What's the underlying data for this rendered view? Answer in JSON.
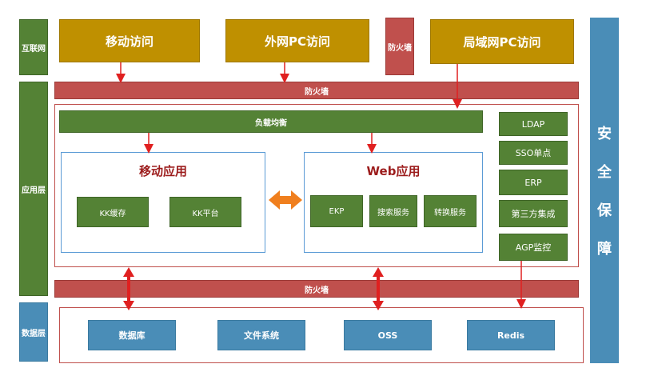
{
  "layers": {
    "internet": "互联网",
    "application": "应用层",
    "data": "数据层"
  },
  "access": {
    "mobile": "移动访问",
    "external_pc": "外网PC访问",
    "firewall_small": "防火墙",
    "lan_pc": "局域网PC访问"
  },
  "firewalls": {
    "top": "防火墙",
    "bottom": "防火墙"
  },
  "load_balancer": "负载均衡",
  "mobile_app": {
    "title": "移动应用",
    "items": [
      "KK缓存",
      "KK平台"
    ]
  },
  "web_app": {
    "title": "Web应用",
    "items": [
      "EKP",
      "搜索服务",
      "转换服务"
    ]
  },
  "side_services": [
    "LDAP",
    "SSO单点",
    "ERP",
    "第三方集成",
    "AGP监控"
  ],
  "data_stores": [
    "数据库",
    "文件系统",
    "OSS",
    "Redis"
  ],
  "security": [
    "安",
    "全",
    "保",
    "障"
  ],
  "colors": {
    "green": "#548235",
    "gold": "#bf9000",
    "red": "#c0504d",
    "blue": "#4a8db7",
    "orange": "#f07f1e"
  }
}
